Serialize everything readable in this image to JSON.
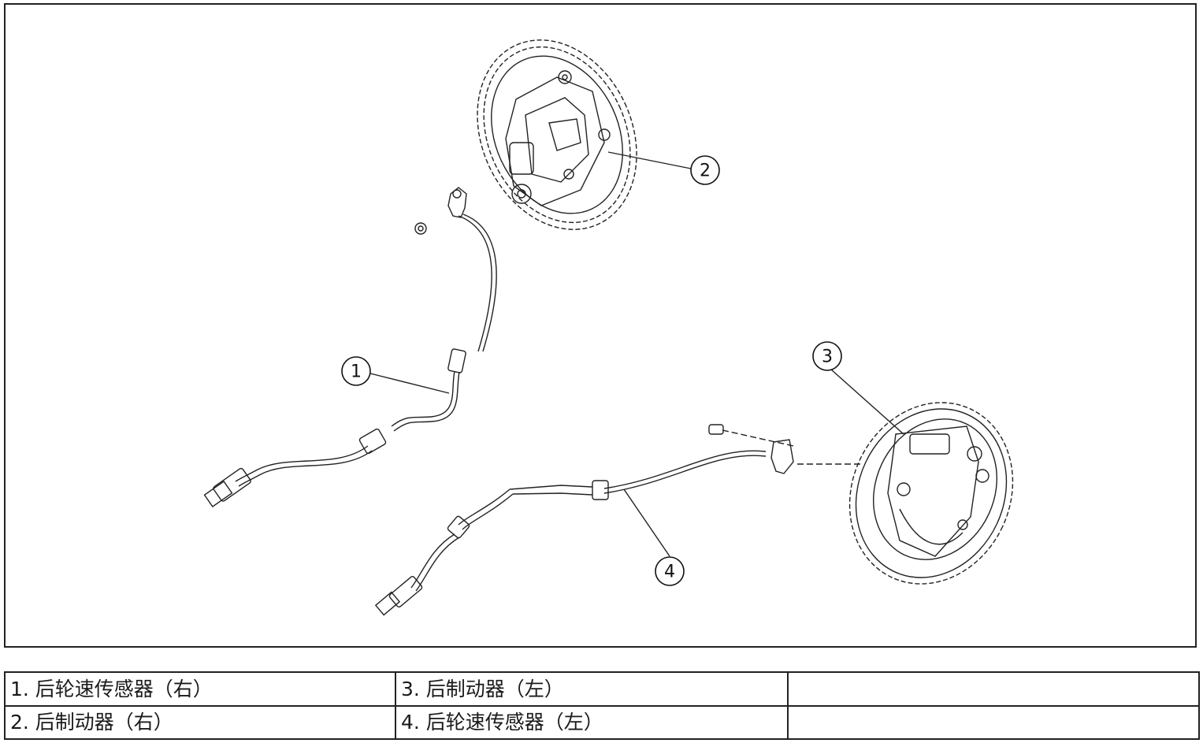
{
  "callouts": [
    "1",
    "2",
    "3",
    "4"
  ],
  "legend": {
    "rows": [
      [
        "1. 后轮速传感器（右）",
        "3. 后制动器（左）",
        ""
      ],
      [
        "2. 后制动器（右）",
        "4. 后轮速传感器（左）",
        ""
      ]
    ]
  }
}
